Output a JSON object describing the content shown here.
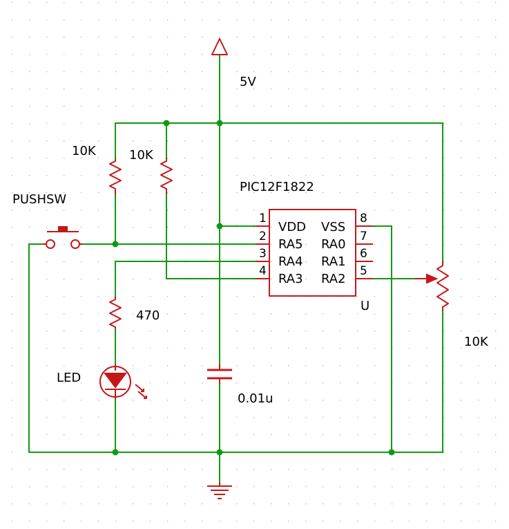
{
  "components": {
    "supply": {
      "label": "5V"
    },
    "ic": {
      "part": "PIC12F1822",
      "ref": "U",
      "left_pins": [
        {
          "num": "1",
          "name": "VDD"
        },
        {
          "num": "2",
          "name": "RA5"
        },
        {
          "num": "3",
          "name": "RA4"
        },
        {
          "num": "4",
          "name": "RA3"
        }
      ],
      "right_pins": [
        {
          "num": "8",
          "name": "VSS"
        },
        {
          "num": "7",
          "name": "RA0"
        },
        {
          "num": "6",
          "name": "RA1"
        },
        {
          "num": "5",
          "name": "RA2"
        }
      ]
    },
    "r_pullup_sw": {
      "value": "10K"
    },
    "r_pullup_ra3": {
      "value": "10K"
    },
    "switch": {
      "label": "PUSHSW"
    },
    "r_led": {
      "value": "470"
    },
    "led": {
      "label": "LED"
    },
    "capacitor": {
      "value": "0.01u"
    },
    "potentiometer": {
      "value": "10K"
    }
  },
  "colors": {
    "wire": "#119911",
    "component": "#c41818",
    "grid_dot": "#b0b0b0",
    "text": "#000000"
  },
  "icons": [
    "power-arrow-icon",
    "ground-icon",
    "resistor-icon",
    "switch-icon",
    "led-icon",
    "capacitor-icon",
    "potentiometer-icon"
  ]
}
